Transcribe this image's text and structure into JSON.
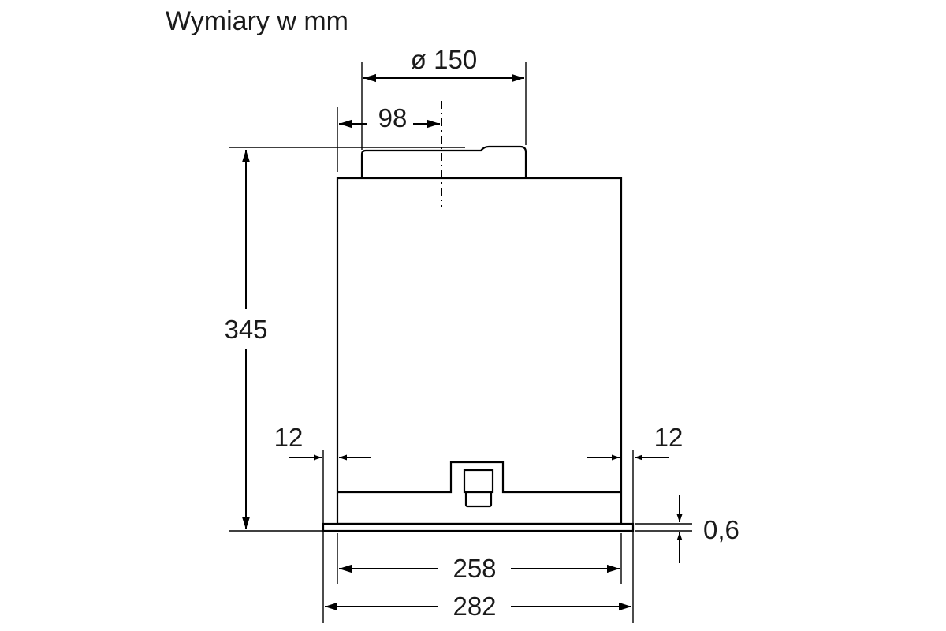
{
  "title": "Wymiary w mm",
  "dimensions": {
    "outlet_diameter": "ø 150",
    "outlet_offset": "98",
    "height": "345",
    "left_inset": "12",
    "right_inset": "12",
    "panel_thickness": "0,6",
    "inner_width": "258",
    "outer_width": "282"
  },
  "colors": {
    "line": "#000000",
    "text": "#1a1a1a",
    "background": "#ffffff"
  }
}
